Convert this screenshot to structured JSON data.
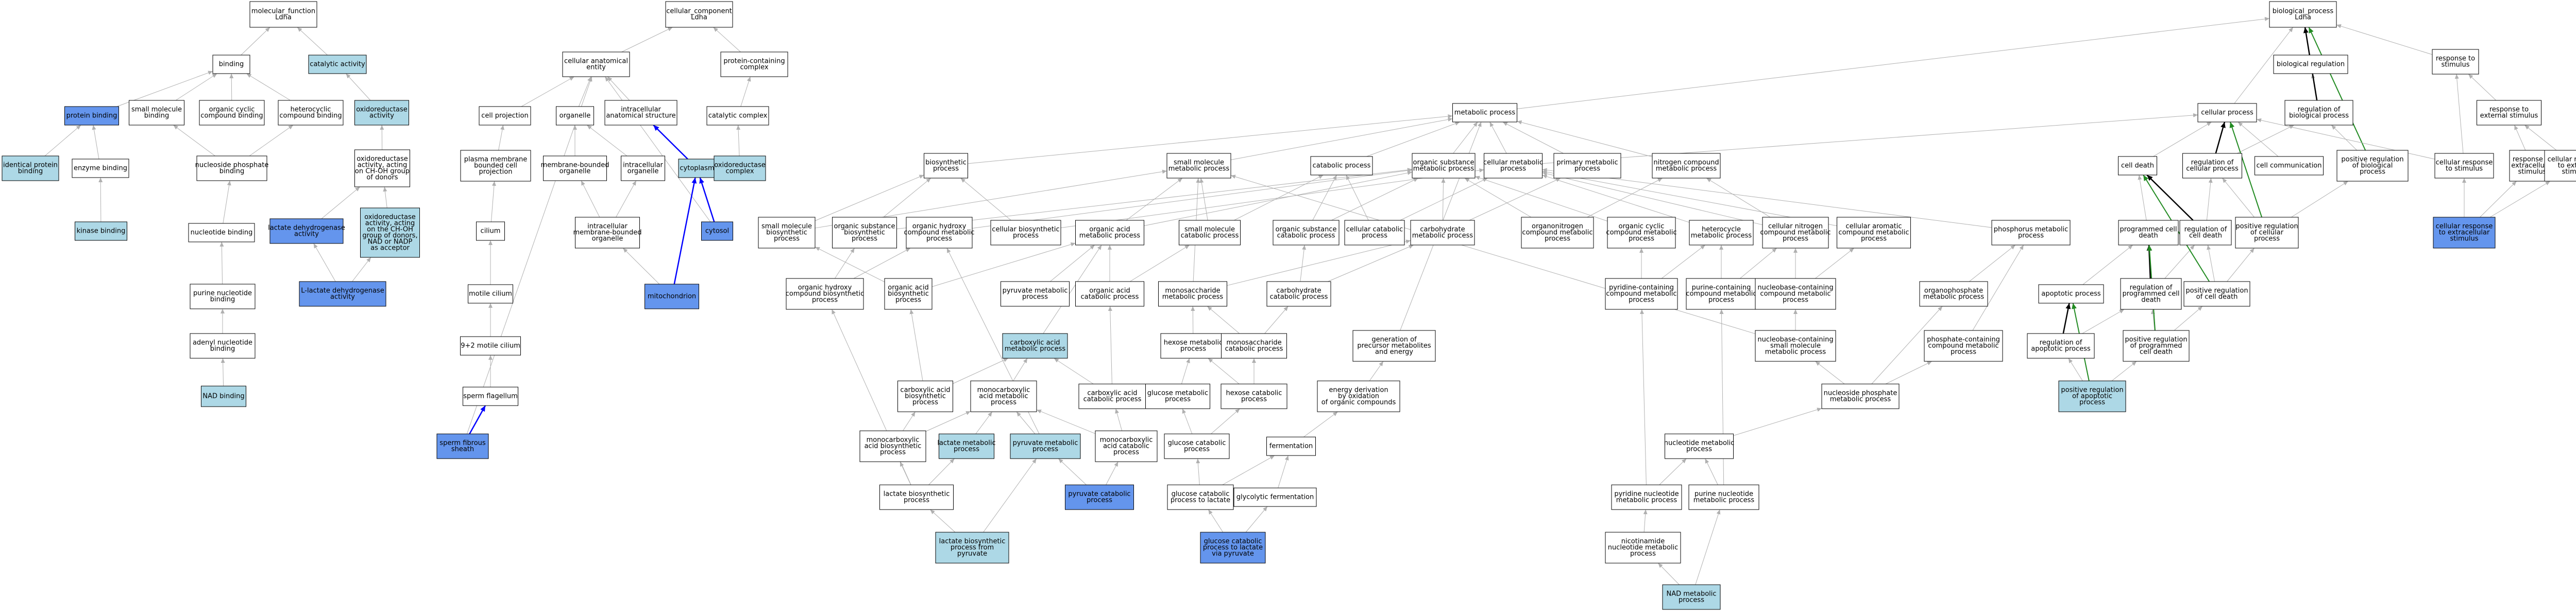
{
  "colors": {
    "plain": "#ffffff",
    "light": "#add8e6",
    "strong": "#6495ed",
    "is_a_edge": "#b0b0b0",
    "part_of_edge": "#0000ff",
    "regulates_edge": "#000000",
    "positively_regulates_edge": "#228b22"
  },
  "nodes": {
    "mf_root": {
      "lines": [
        "molecular_function",
        "Ldha"
      ],
      "fill": "plain"
    },
    "binding": {
      "lines": [
        "binding"
      ],
      "fill": "plain"
    },
    "catalytic": {
      "lines": [
        "catalytic activity"
      ],
      "fill": "light"
    },
    "protein_binding": {
      "lines": [
        "protein binding"
      ],
      "fill": "strong"
    },
    "small_mol_binding": {
      "lines": [
        "small molecule",
        "binding"
      ],
      "fill": "plain"
    },
    "org_cyclic_binding": {
      "lines": [
        "organic cyclic",
        "compound binding"
      ],
      "fill": "plain"
    },
    "heterocyclic_binding": {
      "lines": [
        "heterocyclic",
        "compound binding"
      ],
      "fill": "plain"
    },
    "oxidoreductase": {
      "lines": [
        "oxidoreductase",
        "activity"
      ],
      "fill": "light"
    },
    "identical_protein_binding": {
      "lines": [
        "identical protein",
        "binding"
      ],
      "fill": "light"
    },
    "enzyme_binding": {
      "lines": [
        "enzyme binding"
      ],
      "fill": "plain"
    },
    "nucleoside_phosphate_binding": {
      "lines": [
        "nucleoside phosphate",
        "binding"
      ],
      "fill": "plain"
    },
    "oxidoreductase_choh": {
      "lines": [
        "oxidoreductase",
        "activity, acting",
        "on CH-OH group",
        "of donors"
      ],
      "fill": "plain"
    },
    "kinase_binding": {
      "lines": [
        "kinase binding"
      ],
      "fill": "light"
    },
    "nucleotide_binding": {
      "lines": [
        "nucleotide binding"
      ],
      "fill": "plain"
    },
    "lactate_dh": {
      "lines": [
        "lactate dehydrogenase",
        "activity"
      ],
      "fill": "strong"
    },
    "oxidoreductase_nad": {
      "lines": [
        "oxidoreductase",
        "activity, acting",
        "on the CH-OH",
        "group of donors,",
        "NAD or NADP",
        "as acceptor"
      ],
      "fill": "light"
    },
    "l_lactate_dh": {
      "lines": [
        "L-lactate dehydrogenase",
        "activity"
      ],
      "fill": "strong"
    },
    "purine_nucleotide_binding": {
      "lines": [
        "purine nucleotide",
        "binding"
      ],
      "fill": "plain"
    },
    "adenyl_nucleotide_binding": {
      "lines": [
        "adenyl nucleotide",
        "binding"
      ],
      "fill": "plain"
    },
    "nad_binding": {
      "lines": [
        "NAD binding"
      ],
      "fill": "light"
    },
    "cc_root": {
      "lines": [
        "cellular_component",
        "Ldha"
      ],
      "fill": "plain"
    },
    "cellular_anatomical_entity": {
      "lines": [
        "cellular anatomical",
        "entity"
      ],
      "fill": "plain"
    },
    "protein_containing_complex": {
      "lines": [
        "protein-containing",
        "complex"
      ],
      "fill": "plain"
    },
    "cell_projection": {
      "lines": [
        "cell projection"
      ],
      "fill": "plain"
    },
    "organelle": {
      "lines": [
        "organelle"
      ],
      "fill": "plain"
    },
    "intracellular_anatomical": {
      "lines": [
        "intracellular",
        "anatomical structure"
      ],
      "fill": "plain"
    },
    "catalytic_complex": {
      "lines": [
        "catalytic complex"
      ],
      "fill": "plain"
    },
    "plasma_membrane_projection": {
      "lines": [
        "plasma membrane",
        "bounded cell",
        "projection"
      ],
      "fill": "plain"
    },
    "membrane_bounded_organelle": {
      "lines": [
        "membrane-bounded",
        "organelle"
      ],
      "fill": "plain"
    },
    "intracellular_organelle": {
      "lines": [
        "intracellular",
        "organelle"
      ],
      "fill": "plain"
    },
    "cytoplasm": {
      "lines": [
        "cytoplasm"
      ],
      "fill": "light"
    },
    "oxidoreductase_complex": {
      "lines": [
        "oxidoreductase",
        "complex"
      ],
      "fill": "light"
    },
    "cilium": {
      "lines": [
        "cilium"
      ],
      "fill": "plain"
    },
    "intracellular_mb_organelle": {
      "lines": [
        "intracellular",
        "membrane-bounded",
        "organelle"
      ],
      "fill": "plain"
    },
    "cytosol": {
      "lines": [
        "cytosol"
      ],
      "fill": "strong"
    },
    "motile_cilium": {
      "lines": [
        "motile cilium"
      ],
      "fill": "plain"
    },
    "mitochondrion": {
      "lines": [
        "mitochondrion"
      ],
      "fill": "strong"
    },
    "nine_two_cilium": {
      "lines": [
        "9+2 motile cilium"
      ],
      "fill": "plain"
    },
    "sperm_flagellum": {
      "lines": [
        "sperm flagellum"
      ],
      "fill": "plain"
    },
    "sperm_fibrous_sheath": {
      "lines": [
        "sperm fibrous",
        "sheath"
      ],
      "fill": "strong"
    },
    "bp_root": {
      "lines": [
        "biological_process",
        "Ldha"
      ],
      "fill": "plain"
    },
    "biological_regulation": {
      "lines": [
        "biological regulation"
      ],
      "fill": "plain"
    },
    "response_to_stimulus": {
      "lines": [
        "response to",
        "stimulus"
      ],
      "fill": "plain"
    },
    "metabolic_process": {
      "lines": [
        "metabolic process"
      ],
      "fill": "plain"
    },
    "cellular_process": {
      "lines": [
        "cellular process"
      ],
      "fill": "plain"
    },
    "regulation_biological_process": {
      "lines": [
        "regulation of",
        "biological process"
      ],
      "fill": "plain"
    },
    "response_external_stimulus": {
      "lines": [
        "response to",
        "external stimulus"
      ],
      "fill": "plain"
    },
    "biosynthetic_process": {
      "lines": [
        "biosynthetic",
        "process"
      ],
      "fill": "plain"
    },
    "small_molecule_metabolic": {
      "lines": [
        "small molecule",
        "metabolic process"
      ],
      "fill": "plain"
    },
    "catabolic_process": {
      "lines": [
        "catabolic process"
      ],
      "fill": "plain"
    },
    "organic_substance_metabolic": {
      "lines": [
        "organic substance",
        "metabolic process"
      ],
      "fill": "plain"
    },
    "cellular_metabolic": {
      "lines": [
        "cellular metabolic",
        "process"
      ],
      "fill": "plain"
    },
    "primary_metabolic": {
      "lines": [
        "primary metabolic",
        "process"
      ],
      "fill": "plain"
    },
    "nitrogen_compound_metabolic": {
      "lines": [
        "nitrogen compound",
        "metabolic process"
      ],
      "fill": "plain"
    },
    "cell_death": {
      "lines": [
        "cell death"
      ],
      "fill": "plain"
    },
    "regulation_cellular_process": {
      "lines": [
        "regulation of",
        "cellular process"
      ],
      "fill": "plain"
    },
    "cell_communication": {
      "lines": [
        "cell communication"
      ],
      "fill": "plain"
    },
    "positive_regulation_biological": {
      "lines": [
        "positive regulation",
        "of biological",
        "process"
      ],
      "fill": "plain"
    },
    "cellular_response_stimulus": {
      "lines": [
        "cellular response",
        "to stimulus"
      ],
      "fill": "plain"
    },
    "response_extracellular_stimulus": {
      "lines": [
        "response to",
        "extracellular",
        "stimulus"
      ],
      "fill": "plain"
    },
    "cellular_response_external": {
      "lines": [
        "cellular response",
        "to external",
        "stimulus"
      ],
      "fill": "plain"
    },
    "small_molecule_biosynthetic": {
      "lines": [
        "small molecule",
        "biosynthetic",
        "process"
      ],
      "fill": "plain"
    },
    "organic_substance_biosynthetic": {
      "lines": [
        "organic substance",
        "biosynthetic",
        "process"
      ],
      "fill": "plain"
    },
    "organic_hydroxy_metabolic": {
      "lines": [
        "organic hydroxy",
        "compound metabolic",
        "process"
      ],
      "fill": "plain"
    },
    "cellular_biosynthetic": {
      "lines": [
        "cellular biosynthetic",
        "process"
      ],
      "fill": "plain"
    },
    "organic_acid_metabolic": {
      "lines": [
        "organic acid",
        "metabolic process"
      ],
      "fill": "plain"
    },
    "small_molecule_catabolic": {
      "lines": [
        "small molecule",
        "catabolic process"
      ],
      "fill": "plain"
    },
    "organic_substance_catabolic": {
      "lines": [
        "organic substance",
        "catabolic process"
      ],
      "fill": "plain"
    },
    "cellular_catabolic": {
      "lines": [
        "cellular catabolic",
        "process"
      ],
      "fill": "plain"
    },
    "carbohydrate_metabolic": {
      "lines": [
        "carbohydrate",
        "metabolic process"
      ],
      "fill": "plain"
    },
    "organonitrogen_metabolic": {
      "lines": [
        "organonitrogen",
        "compound metabolic",
        "process"
      ],
      "fill": "plain"
    },
    "organic_cyclic_metabolic": {
      "lines": [
        "organic cyclic",
        "compound metabolic",
        "process"
      ],
      "fill": "plain"
    },
    "heterocycle_metabolic": {
      "lines": [
        "heterocycle",
        "metabolic process"
      ],
      "fill": "plain"
    },
    "cellular_nitrogen_metabolic": {
      "lines": [
        "cellular nitrogen",
        "compound metabolic",
        "process"
      ],
      "fill": "plain"
    },
    "cellular_aromatic_metabolic": {
      "lines": [
        "cellular aromatic",
        "compound metabolic",
        "process"
      ],
      "fill": "plain"
    },
    "phosphorus_metabolic": {
      "lines": [
        "phosphorus metabolic",
        "process"
      ],
      "fill": "plain"
    },
    "programmed_cell_death": {
      "lines": [
        "programmed cell",
        "death"
      ],
      "fill": "plain"
    },
    "regulation_cell_death": {
      "lines": [
        "regulation of",
        "cell death"
      ],
      "fill": "plain"
    },
    "positive_regulation_cellular": {
      "lines": [
        "positive regulation",
        "of cellular",
        "process"
      ],
      "fill": "plain"
    },
    "cellular_response_extracellular": {
      "lines": [
        "cellular response",
        "to extracellular",
        "stimulus"
      ],
      "fill": "strong"
    },
    "organic_hydroxy_biosynthetic": {
      "lines": [
        "organic hydroxy",
        "compound biosynthetic",
        "process"
      ],
      "fill": "plain"
    },
    "organic_acid_biosynthetic": {
      "lines": [
        "organic acid",
        "biosynthetic",
        "process"
      ],
      "fill": "plain"
    },
    "pyruvate_metabolic": {
      "lines": [
        "pyruvate metabolic",
        "process"
      ],
      "fill": "plain"
    },
    "organic_acid_catabolic": {
      "lines": [
        "organic acid",
        "catabolic process"
      ],
      "fill": "plain"
    },
    "monosaccharide_metabolic": {
      "lines": [
        "monosaccharide",
        "metabolic process"
      ],
      "fill": "plain"
    },
    "carbohydrate_catabolic": {
      "lines": [
        "carbohydrate",
        "catabolic process"
      ],
      "fill": "plain"
    },
    "pyridine_containing_metabolic": {
      "lines": [
        "pyridine-containing",
        "compound metabolic",
        "process"
      ],
      "fill": "plain"
    },
    "purine_containing_metabolic": {
      "lines": [
        "purine-containing",
        "compound metabolic",
        "process"
      ],
      "fill": "plain"
    },
    "nucleobase_containing_metabolic": {
      "lines": [
        "nucleobase-containing",
        "compound metabolic",
        "process"
      ],
      "fill": "plain"
    },
    "organophosphate_metabolic": {
      "lines": [
        "organophosphate",
        "metabolic process"
      ],
      "fill": "plain"
    },
    "apoptotic_process": {
      "lines": [
        "apoptotic process"
      ],
      "fill": "plain"
    },
    "regulation_programmed_cell_death": {
      "lines": [
        "regulation of",
        "programmed cell",
        "death"
      ],
      "fill": "plain"
    },
    "positive_regulation_cell_death": {
      "lines": [
        "positive regulation",
        "of cell death"
      ],
      "fill": "plain"
    },
    "carboxylic_acid_metabolic": {
      "lines": [
        "carboxylic acid",
        "metabolic process"
      ],
      "fill": "light"
    },
    "hexose_metabolic": {
      "lines": [
        "hexose metabolic",
        "process"
      ],
      "fill": "plain"
    },
    "monosaccharide_catabolic": {
      "lines": [
        "monosaccharide",
        "catabolic process"
      ],
      "fill": "plain"
    },
    "generation_precursor": {
      "lines": [
        "generation of",
        "precursor metabolites",
        "and energy"
      ],
      "fill": "plain"
    },
    "nucleobase_small_molecule": {
      "lines": [
        "nucleobase-containing",
        "small molecule",
        "metabolic process"
      ],
      "fill": "plain"
    },
    "phosphate_containing_metabolic": {
      "lines": [
        "phosphate-containing",
        "compound metabolic",
        "process"
      ],
      "fill": "plain"
    },
    "regulation_apoptotic": {
      "lines": [
        "regulation of",
        "apoptotic process"
      ],
      "fill": "plain"
    },
    "positive_regulation_programmed": {
      "lines": [
        "positive regulation",
        "of programmed",
        "cell death"
      ],
      "fill": "plain"
    },
    "carboxylic_acid_biosynthetic": {
      "lines": [
        "carboxylic acid",
        "biosynthetic",
        "process"
      ],
      "fill": "plain"
    },
    "monocarboxylic_metabolic": {
      "lines": [
        "monocarboxylic",
        "acid metabolic",
        "process"
      ],
      "fill": "plain"
    },
    "carboxylic_acid_catabolic": {
      "lines": [
        "carboxylic acid",
        "catabolic process"
      ],
      "fill": "plain"
    },
    "glucose_metabolic": {
      "lines": [
        "glucose metabolic",
        "process"
      ],
      "fill": "plain"
    },
    "hexose_catabolic": {
      "lines": [
        "hexose catabolic",
        "process"
      ],
      "fill": "plain"
    },
    "energy_derivation": {
      "lines": [
        "energy derivation",
        "by oxidation",
        "of organic compounds"
      ],
      "fill": "plain"
    },
    "nucleoside_phosphate_metabolic": {
      "lines": [
        "nucleoside phosphate",
        "metabolic process"
      ],
      "fill": "plain"
    },
    "positive_regulation_apoptotic": {
      "lines": [
        "positive regulation",
        "of apoptotic",
        "process"
      ],
      "fill": "light"
    },
    "monocarboxylic_biosynthetic": {
      "lines": [
        "monocarboxylic",
        "acid biosynthetic",
        "process"
      ],
      "fill": "plain"
    },
    "lactate_metabolic": {
      "lines": [
        "lactate metabolic",
        "process"
      ],
      "fill": "light"
    },
    "pyruvate_metabolic_2": {
      "lines": [
        "pyruvate metabolic",
        "process"
      ],
      "fill": "light"
    },
    "monocarboxylic_catabolic": {
      "lines": [
        "monocarboxylic",
        "acid catabolic",
        "process"
      ],
      "fill": "plain"
    },
    "glucose_catabolic": {
      "lines": [
        "glucose catabolic",
        "process"
      ],
      "fill": "plain"
    },
    "fermentation": {
      "lines": [
        "fermentation"
      ],
      "fill": "plain"
    },
    "nucleotide_metabolic": {
      "lines": [
        "nucleotide metabolic",
        "process"
      ],
      "fill": "plain"
    },
    "lactate_biosynthetic": {
      "lines": [
        "lactate biosynthetic",
        "process"
      ],
      "fill": "plain"
    },
    "pyruvate_catabolic": {
      "lines": [
        "pyruvate catabolic",
        "process"
      ],
      "fill": "strong"
    },
    "glucose_catabolic_lactate": {
      "lines": [
        "glucose catabolic",
        "process to lactate"
      ],
      "fill": "plain"
    },
    "glycolytic_fermentation": {
      "lines": [
        "glycolytic fermentation"
      ],
      "fill": "plain"
    },
    "pyridine_nucleotide_metabolic": {
      "lines": [
        "pyridine nucleotide",
        "metabolic process"
      ],
      "fill": "plain"
    },
    "purine_nucleotide_metabolic": {
      "lines": [
        "purine nucleotide",
        "metabolic process"
      ],
      "fill": "plain"
    },
    "lactate_from_pyruvate": {
      "lines": [
        "lactate biosynthetic",
        "process from",
        "pyruvate"
      ],
      "fill": "light"
    },
    "glucose_catabolic_lactate_pyruvate": {
      "lines": [
        "glucose catabolic",
        "process to lactate",
        "via pyruvate"
      ],
      "fill": "strong"
    },
    "nicotinamide_nucleotide": {
      "lines": [
        "nicotinamide",
        "nucleotide metabolic",
        "process"
      ],
      "fill": "plain"
    },
    "nad_metabolic": {
      "lines": [
        "NAD metabolic",
        "process"
      ],
      "fill": "light"
    }
  }
}
